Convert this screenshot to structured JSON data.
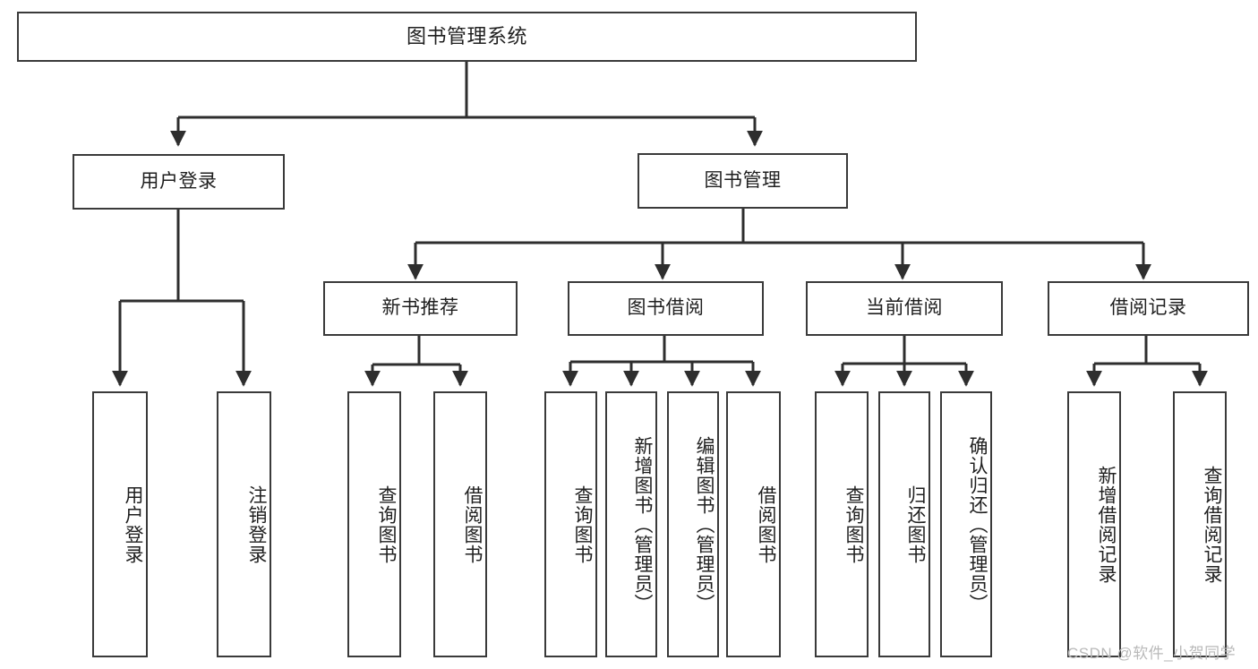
{
  "diagram": {
    "title": "图书管理系统",
    "type": "hierarchy-tree",
    "levels": 4,
    "root": {
      "label": "图书管理系统"
    },
    "level2": [
      {
        "label": "用户登录"
      },
      {
        "label": "图书管理"
      }
    ],
    "level3": [
      {
        "label": "新书推荐"
      },
      {
        "label": "图书借阅"
      },
      {
        "label": "当前借阅"
      },
      {
        "label": "借阅记录"
      }
    ],
    "leaves": {
      "user_login": [
        {
          "label": "用户登录"
        },
        {
          "label": "注销登录"
        }
      ],
      "new_book_recommend": [
        {
          "label": "查询图书"
        },
        {
          "label": "借阅图书"
        }
      ],
      "book_borrow": [
        {
          "label": "查询图书"
        },
        {
          "label": "新增图书（管理员）"
        },
        {
          "label": "编辑图书（管理员）"
        },
        {
          "label": "借阅图书"
        }
      ],
      "current_borrow": [
        {
          "label": "查询图书"
        },
        {
          "label": "归还图书"
        },
        {
          "label": "确认归还（管理员）"
        }
      ],
      "borrow_record": [
        {
          "label": "新增借阅记录"
        },
        {
          "label": "查询借阅记录"
        }
      ]
    }
  },
  "watermark": {
    "text": "CSDN @软件_小贺同学"
  },
  "colors": {
    "stroke": "#3a3a3a",
    "background": "#ffffff",
    "text": "#1f1f1f",
    "watermark": "#b9b9b9"
  }
}
